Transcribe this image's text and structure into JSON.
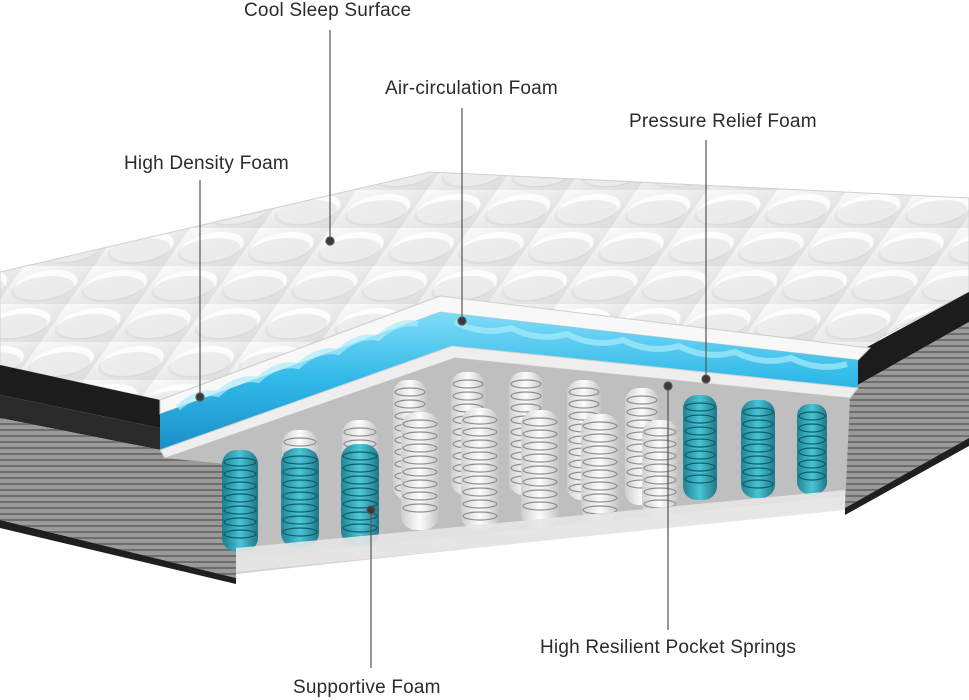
{
  "labels": {
    "cool_sleep_surface": "Cool Sleep Surface",
    "air_circulation_foam": "Air-circulation Foam",
    "pressure_relief_foam": "Pressure Relief Foam",
    "high_density_foam": "High Density Foam",
    "high_resilient_pocket_springs": "High Resilient Pocket Springs",
    "supportive_foam": "Supportive Foam"
  },
  "colors": {
    "cool_gel_blue": "#2fb8e8",
    "spring_teal": "#1ea3b8",
    "top_quilt": "#f2f2f2",
    "side_fabric": "#8f8f8f",
    "edge_black": "#1c1c1c"
  }
}
